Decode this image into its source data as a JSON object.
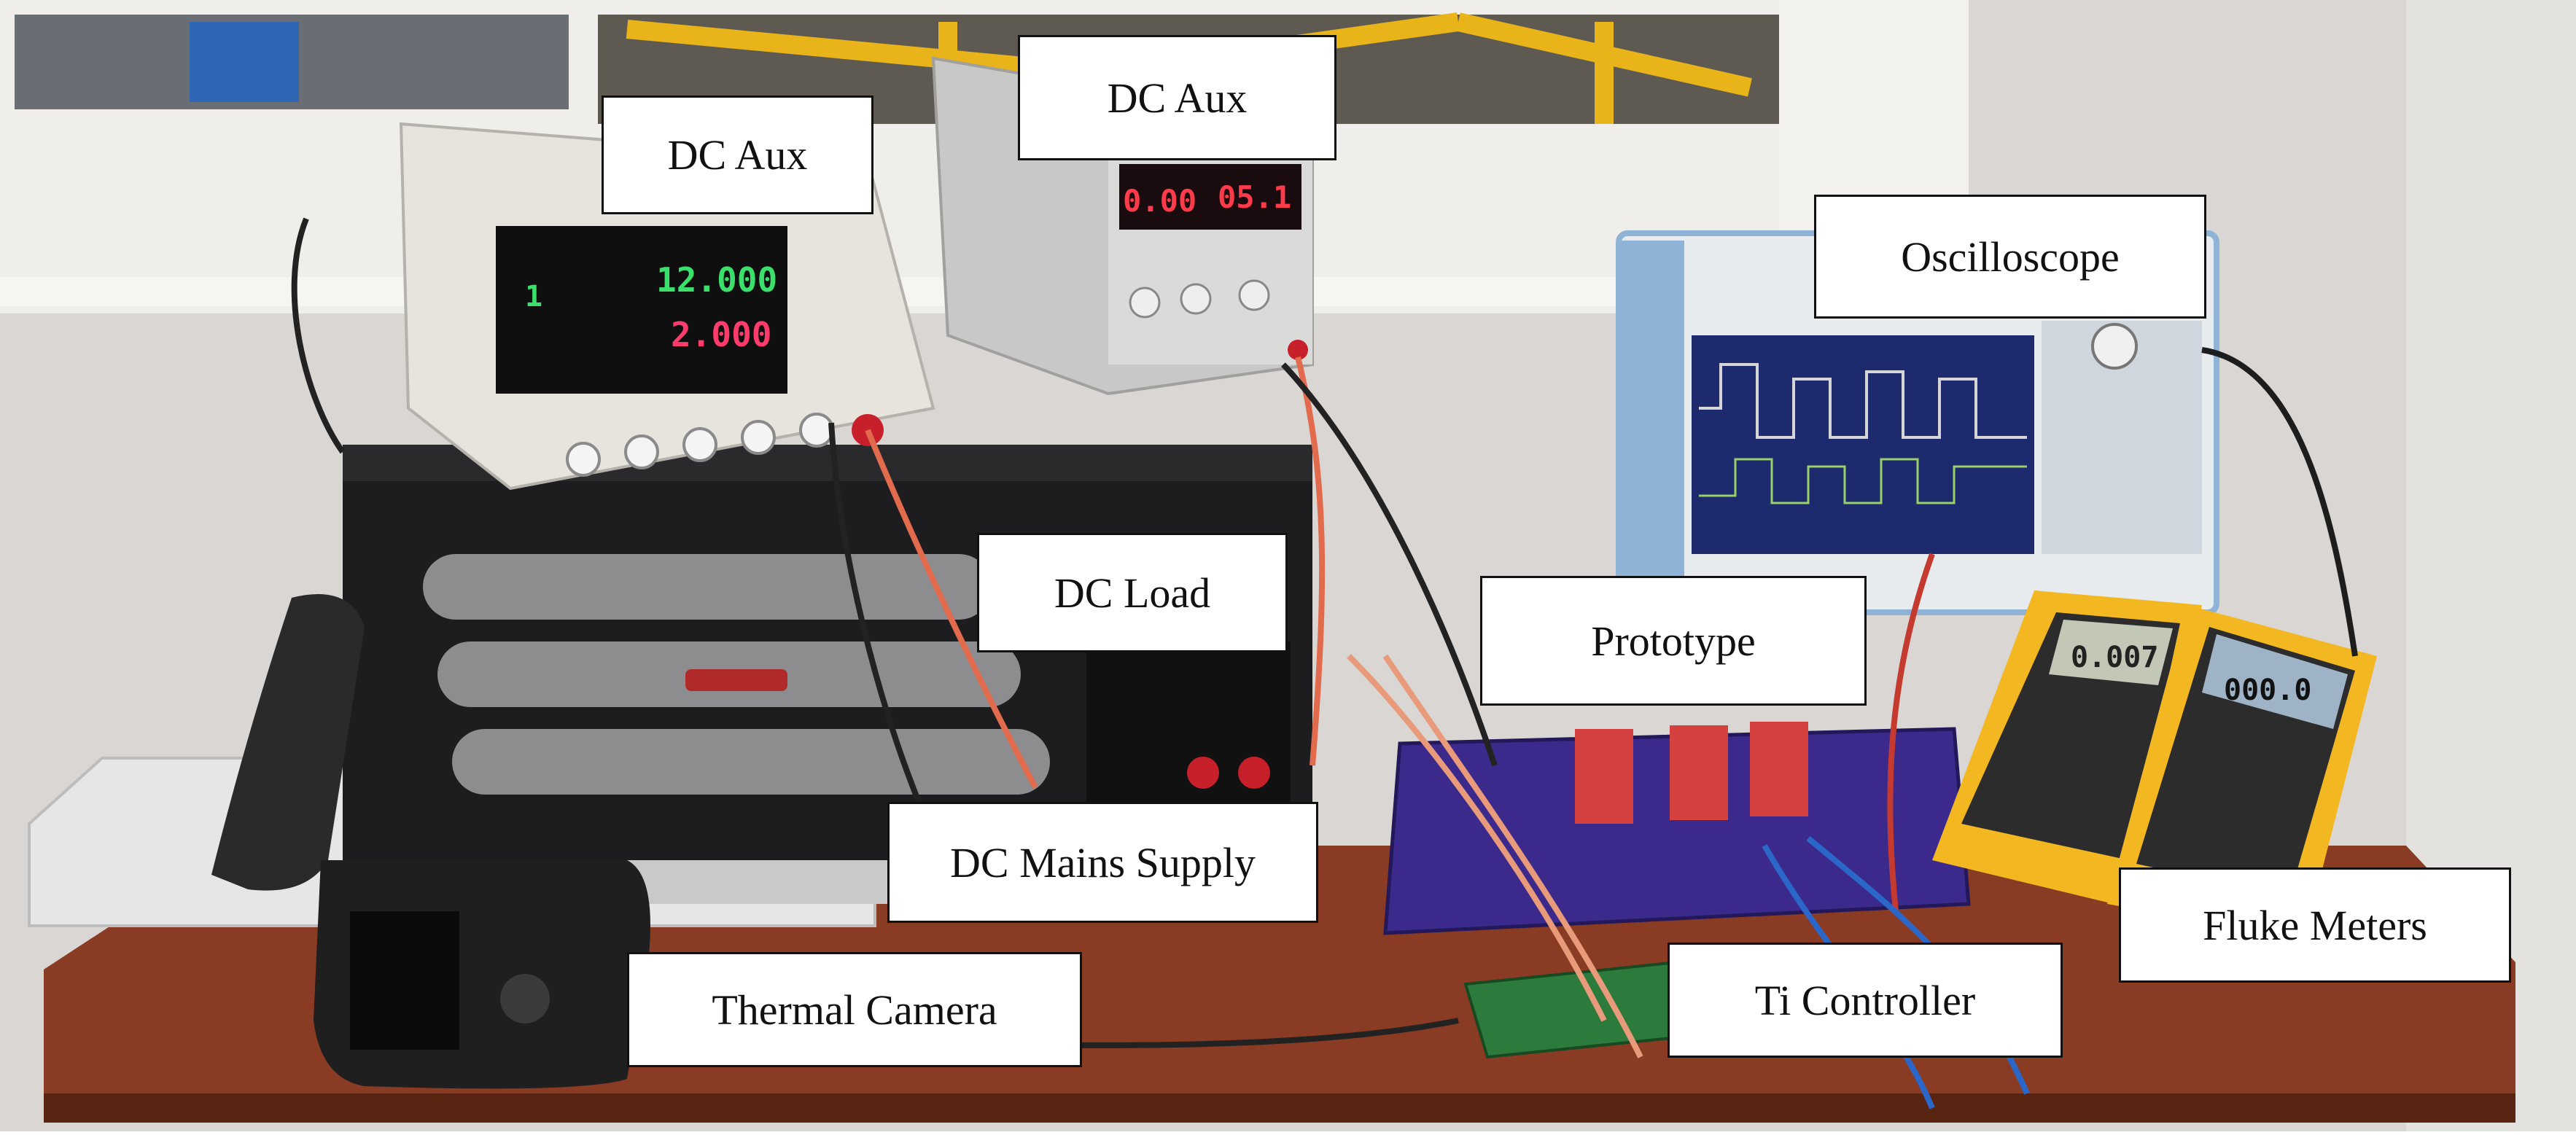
{
  "labels": {
    "dc_aux_left": "DC Aux",
    "dc_aux_right": "DC Aux",
    "oscilloscope": "Oscilloscope",
    "dc_load": "DC Load",
    "prototype": "Prototype",
    "dc_mains_supply": "DC Mains Supply",
    "fluke_meters": "Fluke Meters",
    "thermal_camera": "Thermal Camera",
    "ti_controller": "Ti Controller"
  },
  "displays": {
    "aux_left_upper": "12.000",
    "aux_left_lower": "2.000",
    "aux_left_channel": "1",
    "aux_right_current": "0.00",
    "aux_right_voltage": "05.1",
    "meter_left": "0.007",
    "meter_right": "000.0"
  },
  "colors": {
    "wall": "#d9d6d4",
    "desk": "#8a3b23",
    "window_frame": "#efeeea",
    "yellow_rail": "#e8b41a",
    "pcb": "#3b2a8c",
    "fluke_yellow": "#f3b722",
    "scope_blue": "#8fb3d6"
  }
}
